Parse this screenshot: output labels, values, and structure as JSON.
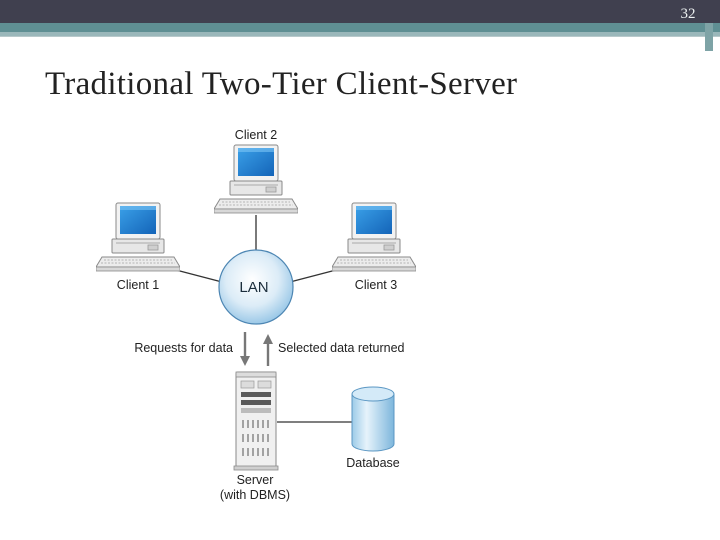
{
  "slide": {
    "number": "32",
    "title": "Traditional Two-Tier Client-Server"
  },
  "diagram": {
    "clients": [
      {
        "label": "Client 2"
      },
      {
        "label": "Client 1"
      },
      {
        "label": "Client 3"
      }
    ],
    "hub_label": "LAN",
    "arrow_down_label": "Requests for data",
    "arrow_up_label": "Selected data returned",
    "server_label_line1": "Server",
    "server_label_line2": "(with DBMS)",
    "database_label": "Database"
  }
}
